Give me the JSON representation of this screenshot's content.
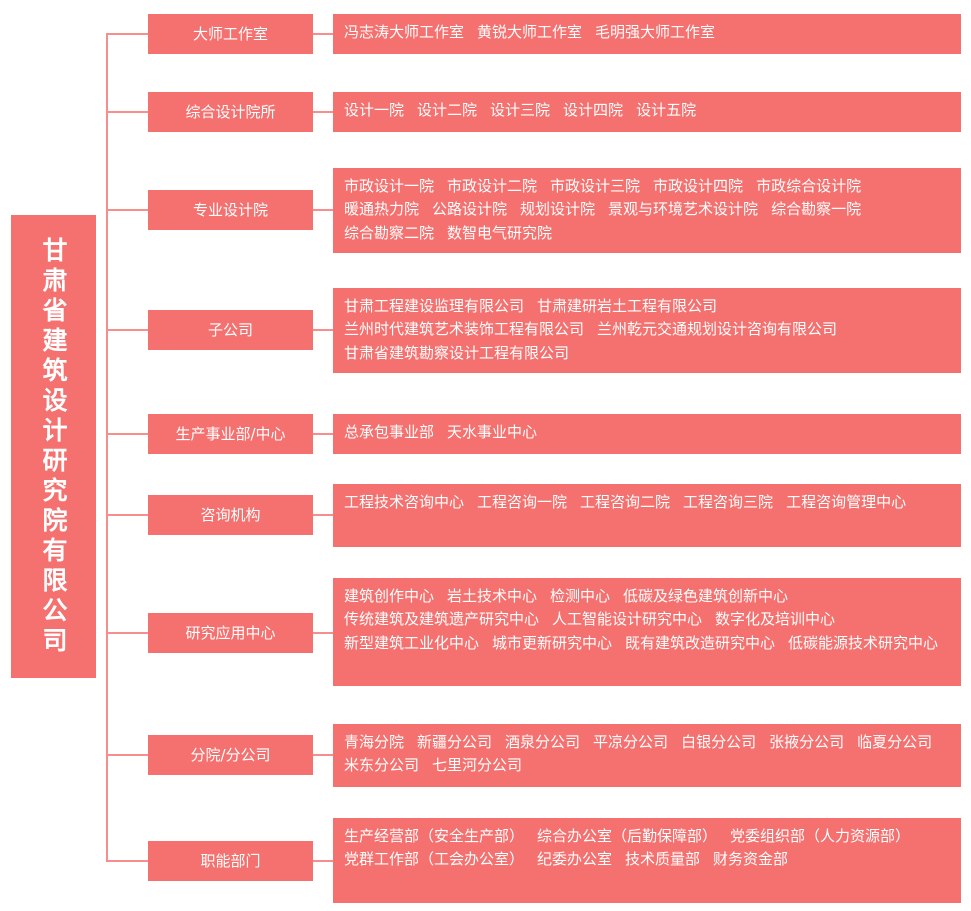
{
  "root": {
    "name": "甘肃省建筑设计研究院有限公司"
  },
  "theme": {
    "box_fill": "#F4716F",
    "line_color": "#F58E8C",
    "text_color": "#FFFFFF",
    "background": "#FFFFFF"
  },
  "rows": [
    {
      "label": "大师工作室",
      "items": [
        "冯志涛大师工作室",
        "黄锐大师工作室",
        "毛明强大师工作室"
      ]
    },
    {
      "label": "综合设计院所",
      "items": [
        "设计一院",
        "设计二院",
        "设计三院",
        "设计四院",
        "设计五院"
      ]
    },
    {
      "label": "专业设计院",
      "items": [
        "市政设计一院",
        "市政设计二院",
        "市政设计三院",
        "市政设计四院",
        "市政综合设计院",
        "暖通热力院",
        "公路设计院",
        "规划设计院",
        "景观与环境艺术设计院",
        "综合勘察一院",
        "综合勘察二院",
        "数智电气研究院"
      ]
    },
    {
      "label": "子公司",
      "items": [
        "甘肃工程建设监理有限公司",
        "甘肃建研岩土工程有限公司",
        "兰州时代建筑艺术装饰工程有限公司",
        "兰州乾元交通规划设计咨询有限公司",
        "甘肃省建筑勘察设计工程有限公司"
      ]
    },
    {
      "label": "生产事业部/中心",
      "items": [
        "总承包事业部",
        "天水事业中心"
      ]
    },
    {
      "label": "咨询机构",
      "items": [
        "工程技术咨询中心",
        "工程咨询一院",
        "工程咨询二院",
        "工程咨询三院",
        "工程咨询管理中心"
      ]
    },
    {
      "label": "研究应用中心",
      "items": [
        "建筑创作中心",
        "岩土技术中心",
        "检测中心",
        "低碳及绿色建筑创新中心",
        "传统建筑及建筑遗产研究中心",
        "人工智能设计研究中心",
        "数字化及培训中心",
        "新型建筑工业化中心",
        "城市更新研究中心",
        "既有建筑改造研究中心",
        "低碳能源技术研究中心"
      ]
    },
    {
      "label": "分院/分公司",
      "items": [
        "青海分院",
        "新疆分公司",
        "酒泉分公司",
        "平凉分公司",
        "白银分公司",
        "张掖分公司",
        "临夏分公司",
        "米东分公司",
        "七里河分公司"
      ]
    },
    {
      "label": "职能部门",
      "items": [
        "生产经营部（安全生产部）",
        "综合办公室（后勤保障部）",
        "党委组织部（人力资源部）",
        "党群工作部（工会办公室）",
        "纪委办公室",
        "技术质量部",
        "财务资金部"
      ]
    }
  ]
}
